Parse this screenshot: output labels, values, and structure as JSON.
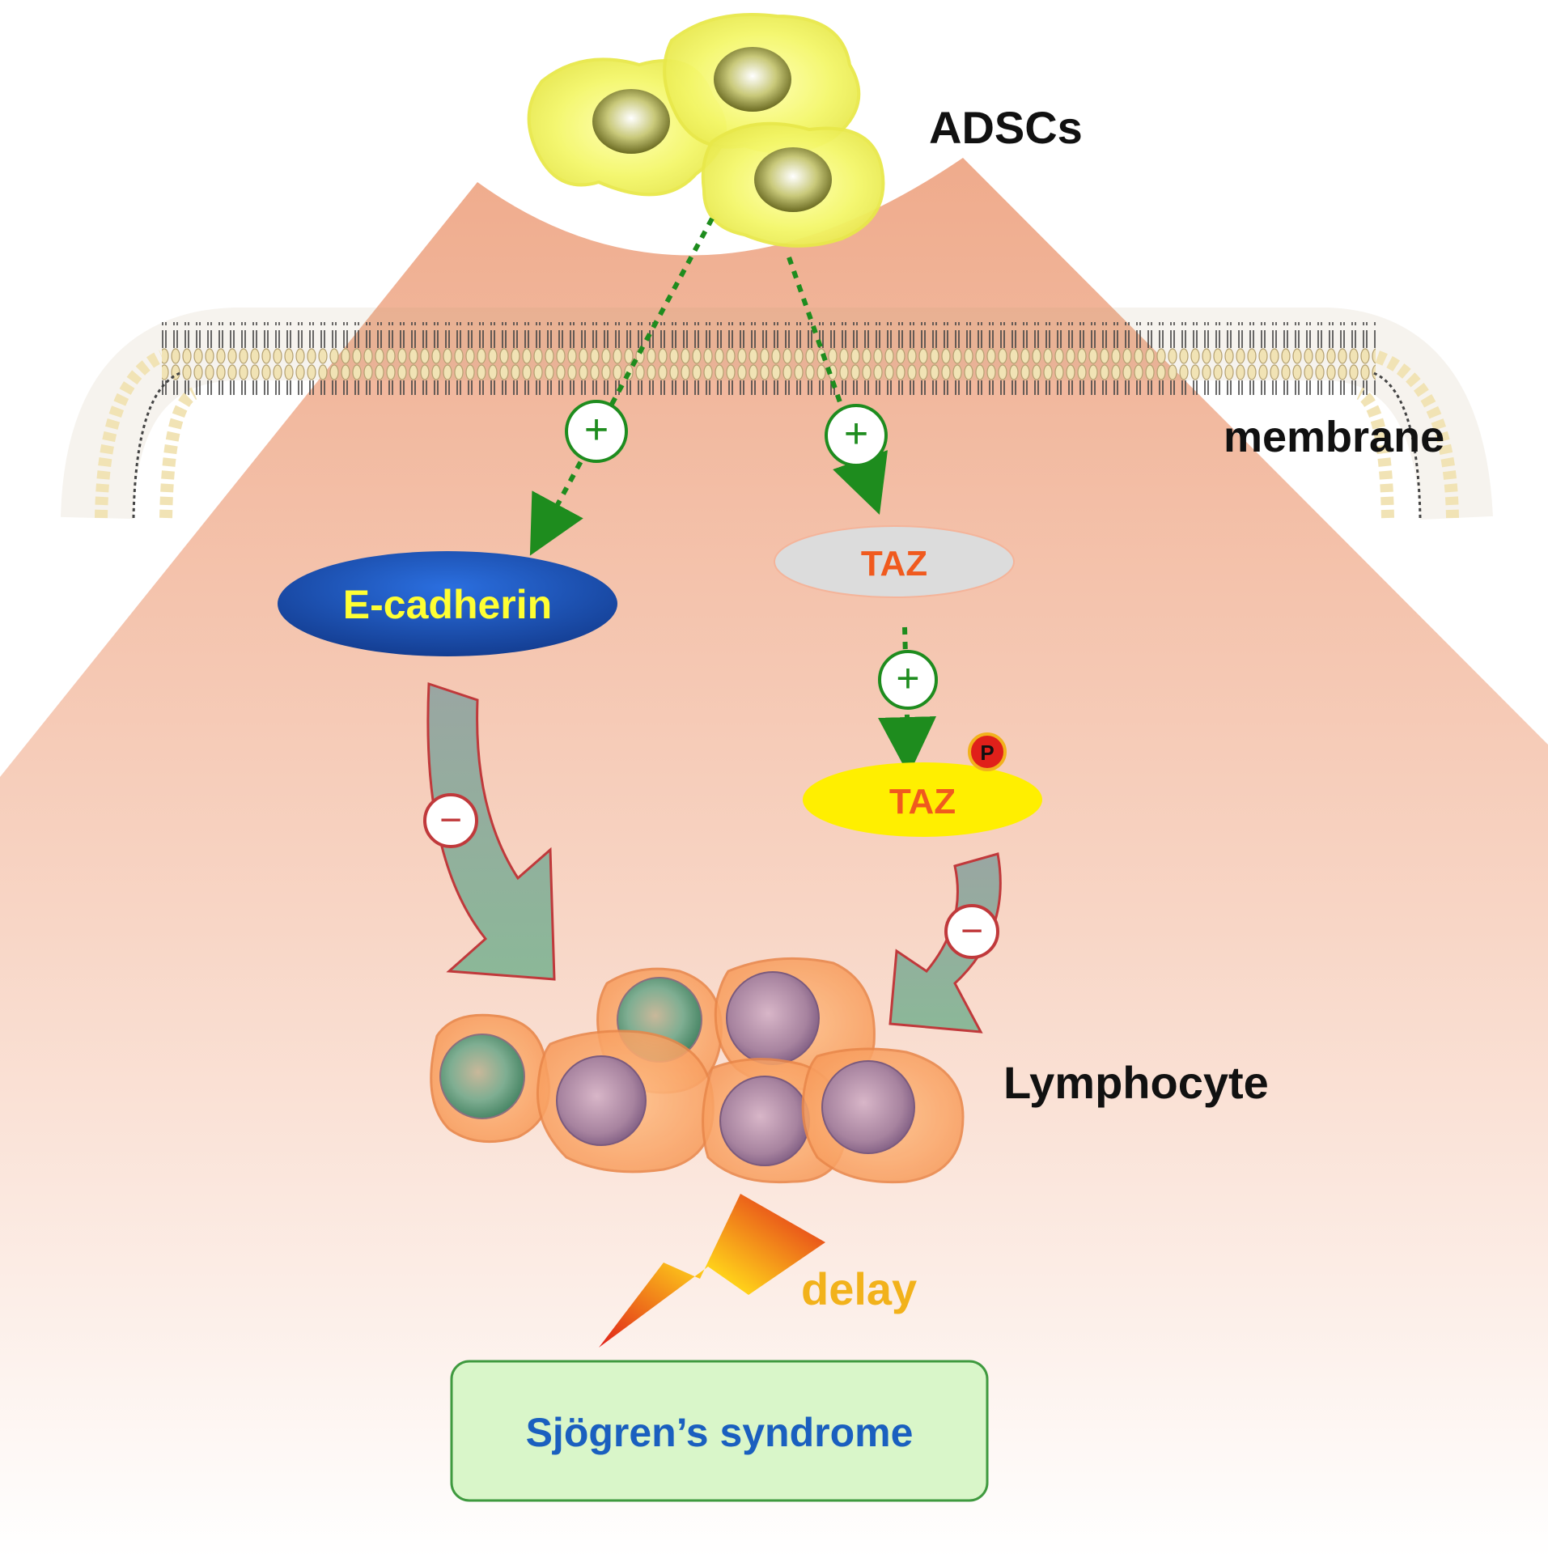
{
  "labels": {
    "adscs": "ADSCs",
    "membrane": "membrane",
    "ecadherin": "E-cadherin",
    "taz": "TAZ",
    "taz_p": "TAZ",
    "phospho": "P",
    "lymphocyte": "Lymphocyte",
    "delay": "delay",
    "disease": "Sjögren’s syndrome"
  },
  "colors": {
    "background_fan": "#f2b89c",
    "ecadherin_fill": "#1f4fb5",
    "ecadherin_text": "#ffff33",
    "taz_fill": "#dcdcdc",
    "taz_text": "#f05a1e",
    "taz_p_fill": "#ffef00",
    "promote_arrow": "#1e8c1e",
    "inhibit_arrow_fill": "#8fb39b",
    "inhibit_arrow_stroke": "#c0393b",
    "disease_box_fill": "#d9f6c9",
    "disease_box_stroke": "#3f9a3f",
    "disease_text": "#1a5fbf",
    "delay_text": "#f2b21b"
  },
  "effects": {
    "promote_sign": "+",
    "inhibit_sign": "−"
  }
}
